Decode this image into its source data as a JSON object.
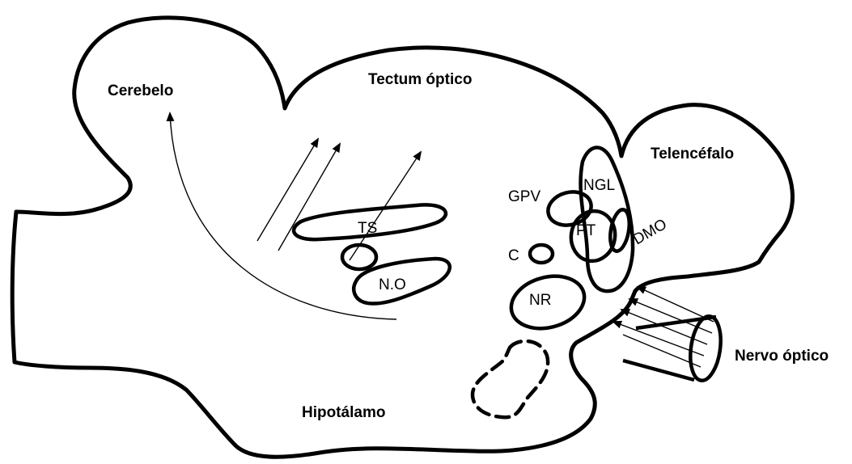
{
  "diagram": {
    "regions": {
      "cerebelo": "Cerebelo",
      "tectum": "Tectum óptico",
      "telencefalo": "Telencéfalo",
      "hipotalamo": "Hipotálamo",
      "nervo_optico": "Nervo óptico"
    },
    "nuclei": {
      "ts": "TS",
      "no": "N.O",
      "gpv": "GPV",
      "ngl": "NGL",
      "pt": "PT",
      "dmo": "DMO",
      "c": "C",
      "nr": "NR"
    },
    "colors": {
      "stroke": "#000000",
      "background": "#ffffff"
    }
  }
}
